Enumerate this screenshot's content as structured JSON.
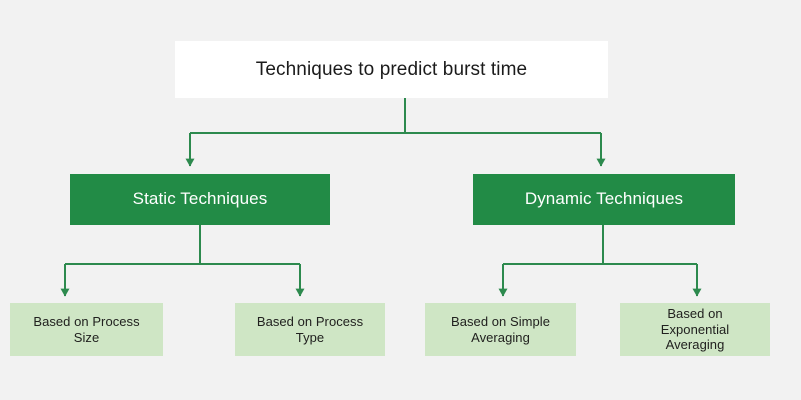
{
  "diagram": {
    "title": "Techniques to predict burst time",
    "background_color": "#f2f2f2",
    "connector_color": "#2d8a4e",
    "root": {
      "label": "Techniques to predict burst time",
      "fill": "#ffffff",
      "text_color": "#1b1b1b"
    },
    "branches": [
      {
        "label": "Static Techniques",
        "fill": "#228b46",
        "text_color": "#ffffff"
      },
      {
        "label": "Dynamic Techniques",
        "fill": "#228b46",
        "text_color": "#ffffff"
      }
    ],
    "leaves": [
      {
        "label": "Based on Process\nSize",
        "fill": "#cfe6c5",
        "text_color": "#21211f"
      },
      {
        "label": "Based on Process\nType",
        "fill": "#cfe6c5",
        "text_color": "#21211f"
      },
      {
        "label": "Based on Simple\nAveraging",
        "fill": "#cfe6c5",
        "text_color": "#21211f"
      },
      {
        "label": "Based on\nExponential\nAveraging",
        "fill": "#cfe6c5",
        "text_color": "#21211f"
      }
    ]
  }
}
